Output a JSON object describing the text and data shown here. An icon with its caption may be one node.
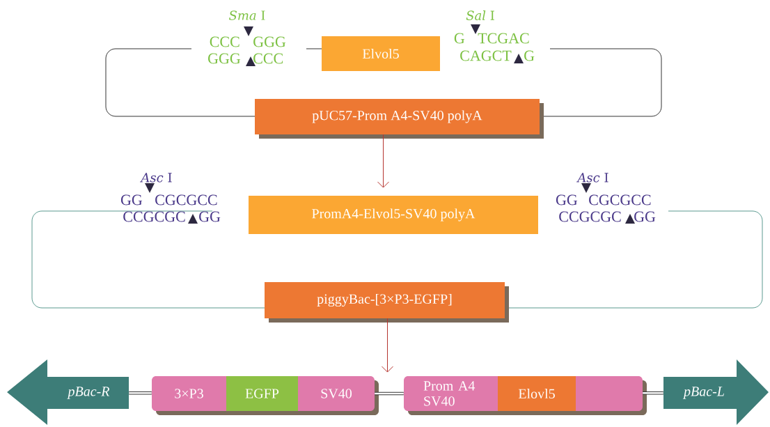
{
  "diagram": {
    "nodes": [
      {
        "text": [
          "Elvol5"
        ]
      },
      {
        "text": [
          "pUC57-Prom A4-SV40 polyA"
        ]
      },
      {
        "text": [
          "PromA4-Elvol5-SV40 polyA"
        ]
      },
      {
        "text": [
          "piggyBac-[3×P3-EGFP]"
        ]
      },
      {
        "text": [
          "pBac-R"
        ]
      },
      {
        "text": [],
        "shape": "bar"
      },
      {
        "text": [
          "3×P3"
        ],
        "in": 5
      },
      {
        "text": [
          "EGFP"
        ],
        "in": 5
      },
      {
        "text": [
          "SV40"
        ],
        "in": 5
      },
      {
        "text": [],
        "shape": "bar"
      },
      {
        "text": [
          "Prom A4",
          "SV40"
        ],
        "in": 9
      },
      {
        "text": [
          "Elovl5"
        ],
        "in": 9
      },
      {
        "text": [
          "pBac-L"
        ]
      }
    ],
    "edges": [
      {
        "from": 1,
        "to": 2,
        "arrow": "to",
        "color": "#b5332e"
      },
      {
        "from": 3,
        "to": 5,
        "arrow": "to",
        "color": "#b5332e"
      },
      {
        "from": 4,
        "to": 5,
        "arrow": "none"
      },
      {
        "from": 5,
        "to": 9,
        "arrow": "none"
      },
      {
        "from": 9,
        "to": 12,
        "arrow": "none"
      }
    ],
    "labels": [
      "*Sma* Ⅰ",
      "*Sal* Ⅰ",
      "CCC",
      "GGG",
      "G",
      "TCGAC",
      "GGG",
      "CCC",
      "CAGCT",
      "G",
      "*Asc* Ⅰ",
      "*Asc* Ⅰ",
      "GG",
      "CGCGCC",
      "GG",
      "CGCGCC",
      "CCGCGC",
      "GG",
      "CCGCGC",
      "GG"
    ]
  }
}
